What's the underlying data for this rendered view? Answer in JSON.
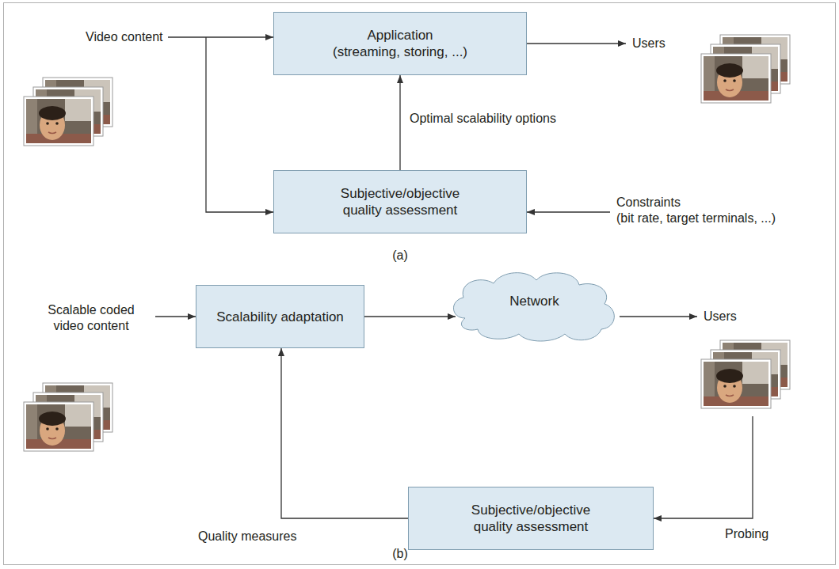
{
  "diagram": {
    "nodes": [
      {
        "text": [
          "Application (streaming, storing, ...)"
        ]
      },
      {
        "text": [
          "Subjective/objective quality assessment"
        ]
      },
      {
        "text": [
          "Scalability adaptation"
        ]
      },
      {
        "text": [
          "Network"
        ]
      },
      {
        "text": [
          "Subjective/objective quality assessment"
        ]
      }
    ],
    "edges": [
      {
        "from": 1,
        "to": 0,
        "arrow": "to",
        "label": "Optimal scalability options"
      },
      {
        "from": 2,
        "to": 3,
        "arrow": "to"
      },
      {
        "from": 4,
        "to": 2,
        "arrow": "to",
        "label": "Quality measures"
      }
    ],
    "labels": [
      "Video content",
      "Users",
      "Constraints (bit rate, target terminals, ...)",
      "(a)",
      "Scalable coded video content",
      "Users",
      "Probing",
      "(b)"
    ]
  }
}
